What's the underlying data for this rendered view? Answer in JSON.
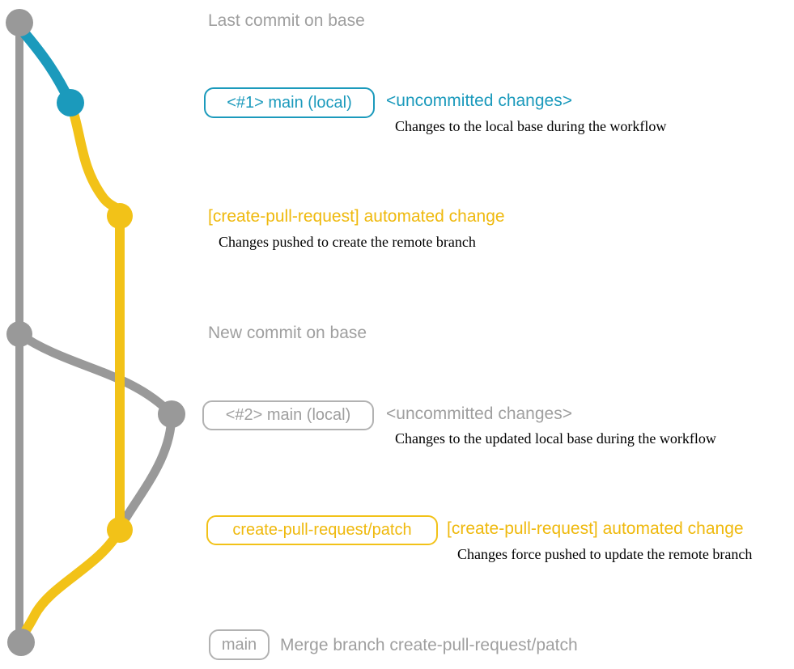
{
  "colors": {
    "gray_line": "#999999",
    "gray_text": "#9f9f9f",
    "box_border_gray": "#b2b2b2",
    "blue": "#1b9abc",
    "yellow_line": "#f2c218",
    "yellow_text": "#efb90d",
    "serif_text": "#000000"
  },
  "graph": {
    "branches": [
      {
        "name": "base (main)",
        "color": "gray"
      },
      {
        "name": "main (local)",
        "color": "blue"
      },
      {
        "name": "create-pull-request/patch",
        "color": "yellow"
      }
    ],
    "commits": [
      {
        "name": "last-commit-on-base",
        "color": "gray"
      },
      {
        "name": "uncommitted-changes-1",
        "color": "blue"
      },
      {
        "name": "automated-change-1",
        "color": "yellow"
      },
      {
        "name": "new-commit-on-base",
        "color": "gray"
      },
      {
        "name": "uncommitted-changes-2",
        "color": "gray"
      },
      {
        "name": "automated-change-2",
        "color": "yellow"
      },
      {
        "name": "merge-commit",
        "color": "gray"
      }
    ]
  },
  "events": {
    "last_commit": {
      "label": "Last commit on base"
    },
    "local_1": {
      "badge": "<#1> main (local)",
      "title": "<uncommitted changes>",
      "description": "Changes to the local base during the workflow"
    },
    "push_1": {
      "title": "[create-pull-request] automated change",
      "description": "Changes pushed to create the remote branch"
    },
    "new_commit": {
      "label": "New commit on base"
    },
    "local_2": {
      "badge": "<#2> main (local)",
      "title": "<uncommitted changes>",
      "description": "Changes to the updated local base during the workflow"
    },
    "push_2": {
      "badge": "create-pull-request/patch",
      "title": "[create-pull-request] automated change",
      "description": "Changes force pushed to update the remote branch"
    },
    "merge": {
      "badge": "main",
      "label": "Merge branch create-pull-request/patch"
    }
  }
}
